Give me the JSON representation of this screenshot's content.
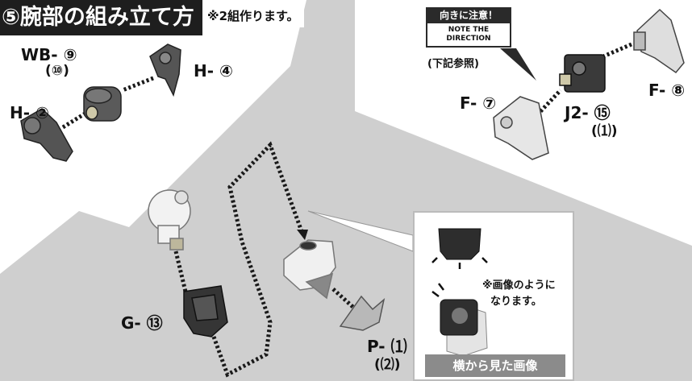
{
  "header": {
    "title": "⑤腕部の組み立て方",
    "subtitle": "※2組作ります。"
  },
  "parts": {
    "wb9": "WB- ⑨",
    "wb10": "(⑩)",
    "h4": "H- ④",
    "h2": "H- ②",
    "f7": "F- ⑦",
    "j2_15": "J2- ⑮",
    "j2_21": "(⑴)",
    "f8": "F- ⑧",
    "g13": "G- ⑬",
    "p21": "P- ⑴",
    "p22": "(⑵)"
  },
  "direction_note": {
    "heading": "向きに注意！",
    "english": "NOTE THE DIRECTION",
    "reference": "(下記参照)"
  },
  "side_view": {
    "note_line1": "※画像のように",
    "note_line2": "なります。",
    "caption": "横から見た画像"
  },
  "colors": {
    "panel_gray": "#cfcfcf",
    "title_bg": "#1e1e1e",
    "caption_bg": "#8b8b8b"
  }
}
